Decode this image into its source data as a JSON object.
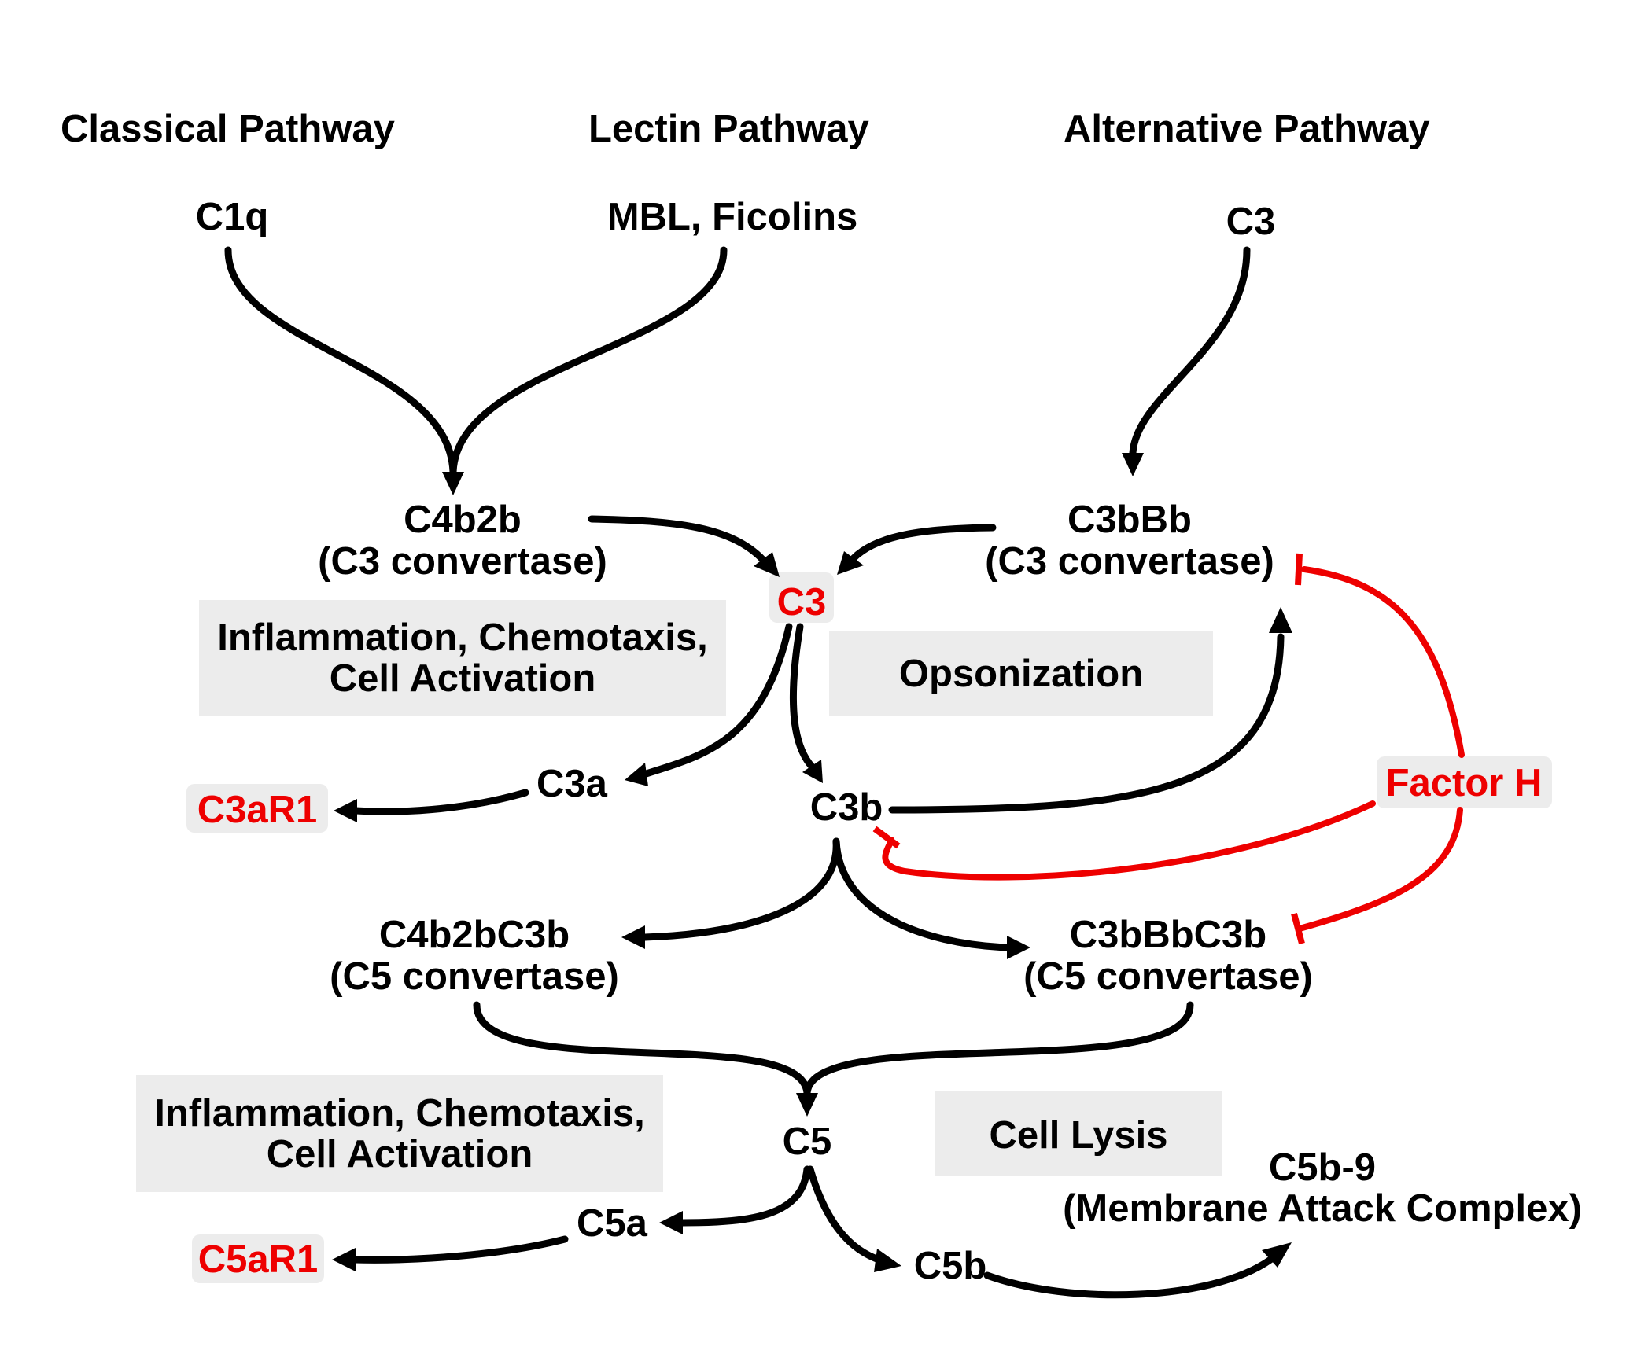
{
  "pathways": {
    "classical": "Classical Pathway",
    "lectin": "Lectin Pathway",
    "alternative": "Alternative Pathway"
  },
  "initiators": {
    "c1q": "C1q",
    "mbl": "MBL, Ficolins",
    "c3_alt": "C3"
  },
  "convertases": {
    "c4b2b": {
      "name": "C4b2b",
      "role": "(C3 convertase)"
    },
    "c3bbb": {
      "name": "C3bBb",
      "role": "(C3 convertase)"
    },
    "c4b2bc3b": {
      "name": "C4b2bC3b",
      "role": "(C5 convertase)"
    },
    "c3bbbc3b": {
      "name": "C3bBbC3b",
      "role": "(C5 convertase)"
    }
  },
  "components": {
    "c3": "C3",
    "c3a": "C3a",
    "c3b": "C3b",
    "c3ar1": "C3aR1",
    "c5": "C5",
    "c5a": "C5a",
    "c5b": "C5b",
    "c5ar1": "C5aR1",
    "mac_name": "C5b-9",
    "mac_role": "(Membrane Attack Complex)",
    "factor_h": "Factor H"
  },
  "effects": {
    "inflammation_top_1": "Inflammation, Chemotaxis,",
    "inflammation_top_2": "Cell Activation",
    "opsonization": "Opsonization",
    "inflammation_bottom_1": "Inflammation, Chemotaxis,",
    "inflammation_bottom_2": "Cell Activation",
    "cell_lysis": "Cell Lysis"
  },
  "colors": {
    "highlight": "#ee0000",
    "box_fill": "#ececec",
    "arrow": "#000000"
  }
}
